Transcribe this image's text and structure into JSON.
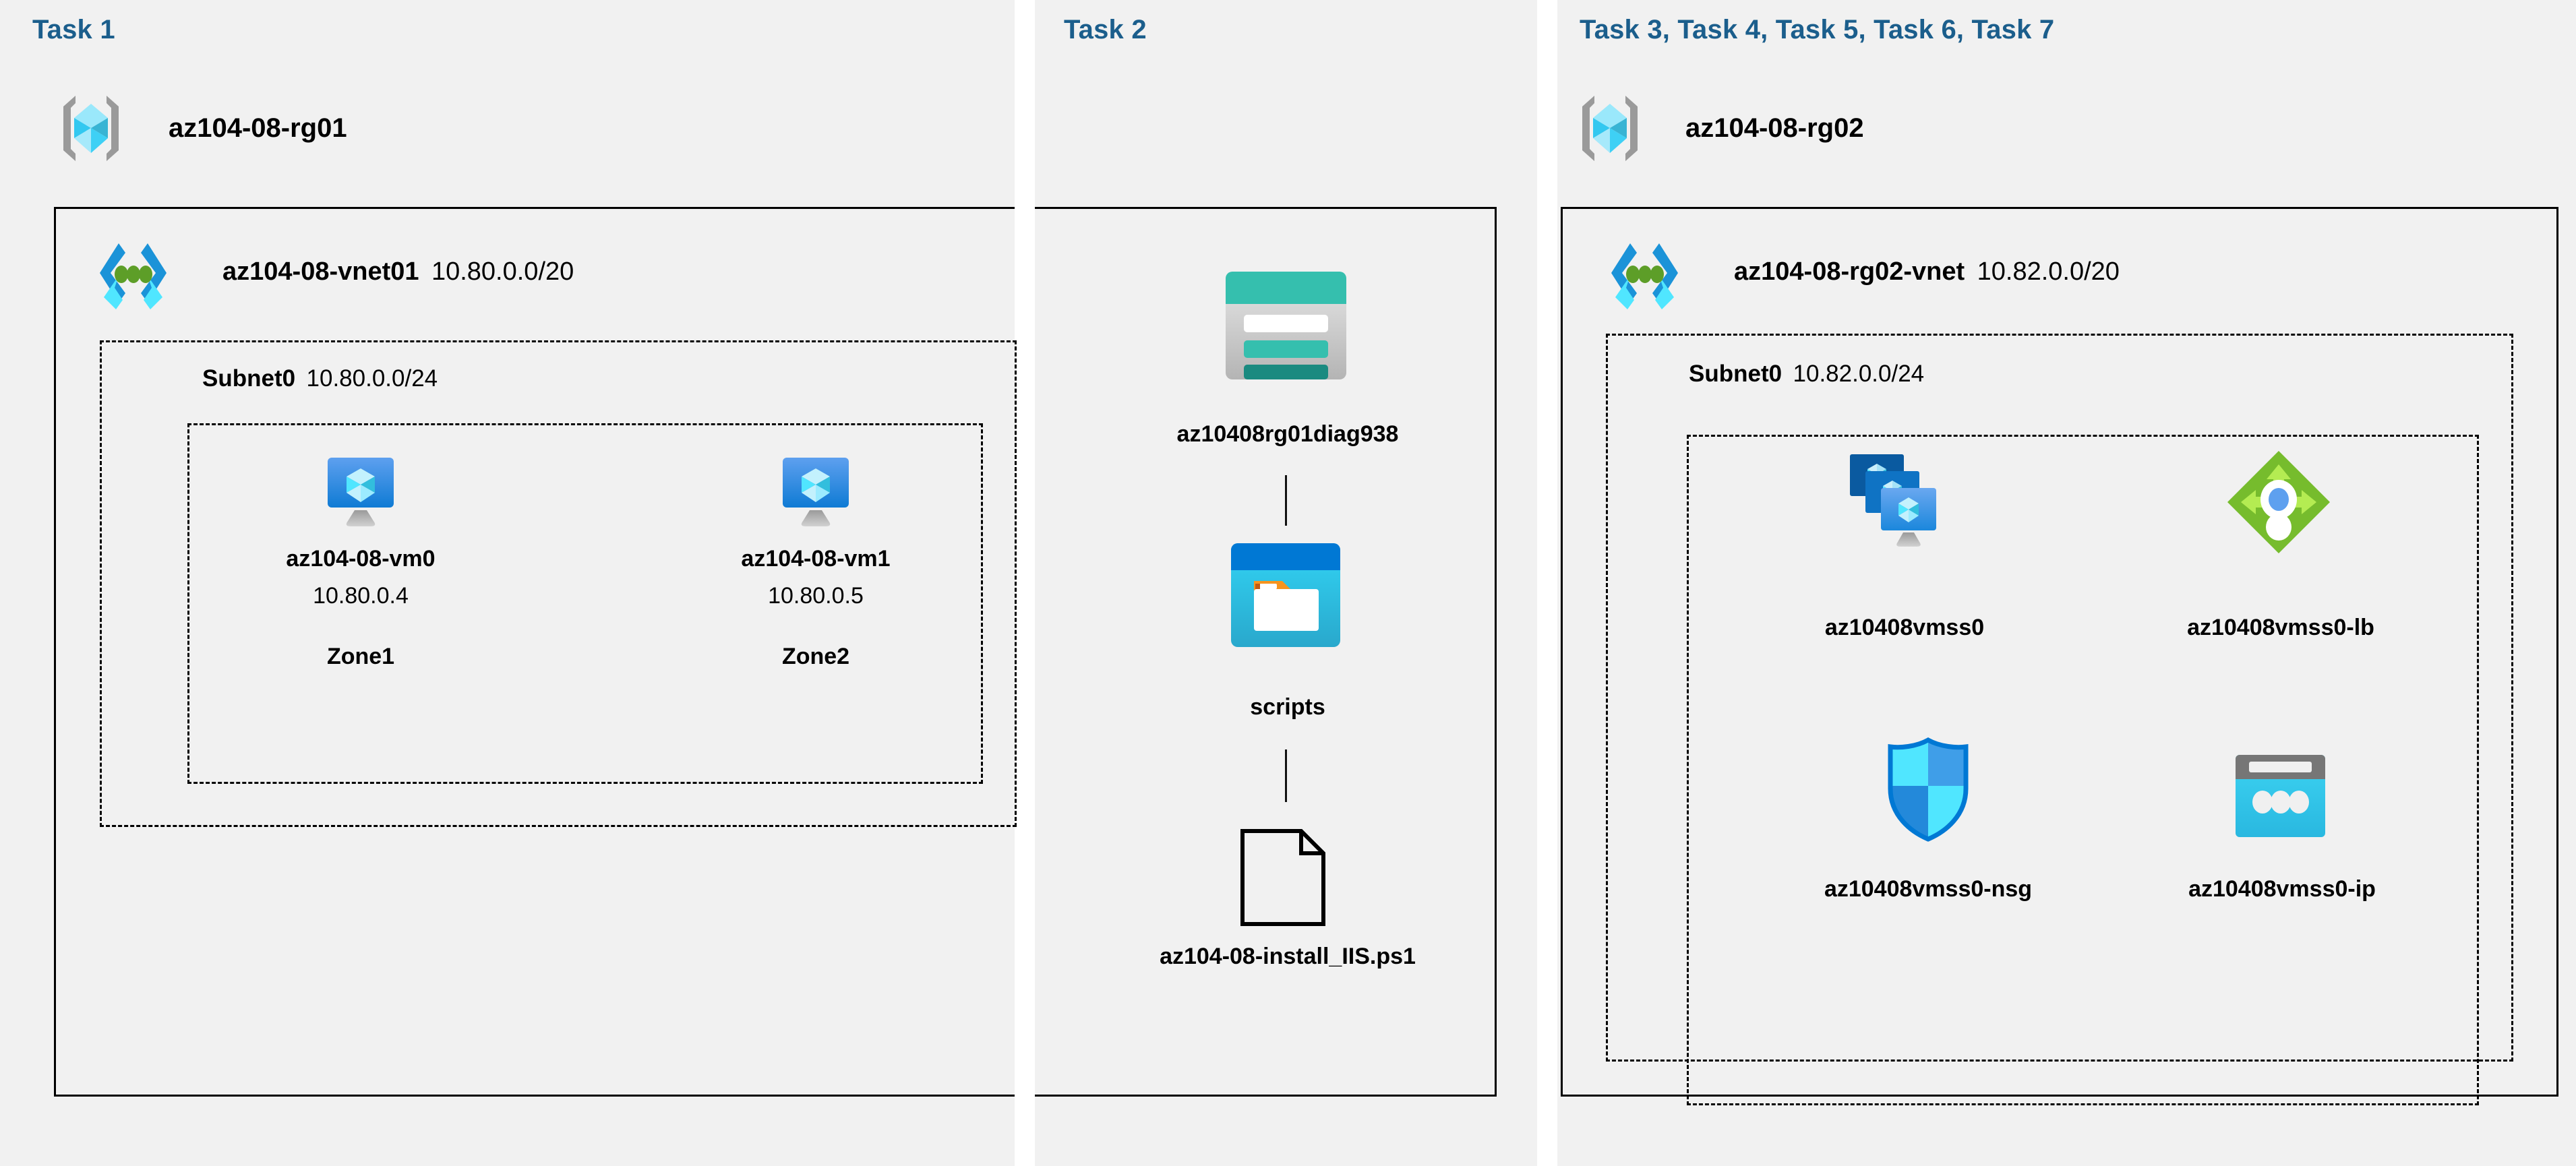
{
  "panels": [
    {
      "title": "Task 1"
    },
    {
      "title": "Task 2"
    },
    {
      "title": "Task 3, Task 4, Task 5, Task 6, Task 7"
    }
  ],
  "task1": {
    "resource_group": {
      "name": "az104-08-rg01",
      "icon": "resource-group-icon"
    },
    "vnet": {
      "name": "az104-08-vnet01",
      "cidr": "10.80.0.0/20",
      "icon": "virtual-network-icon"
    },
    "subnet": {
      "name": "Subnet0",
      "cidr": "10.80.0.0/24"
    },
    "vms": [
      {
        "name": "az104-08-vm0",
        "ip": "10.80.0.4",
        "zone": "Zone1",
        "icon": "virtual-machine-icon"
      },
      {
        "name": "az104-08-vm1",
        "ip": "10.80.0.5",
        "zone": "Zone2",
        "icon": "virtual-machine-icon"
      }
    ]
  },
  "task2": {
    "storage_account": {
      "name": "az10408rg01diag938",
      "icon": "storage-account-icon"
    },
    "container": {
      "name": "scripts",
      "icon": "blob-container-icon"
    },
    "file": {
      "name": "az104-08-install_IIS.ps1",
      "icon": "file-icon"
    }
  },
  "task3": {
    "resource_group": {
      "name": "az104-08-rg02",
      "icon": "resource-group-icon"
    },
    "vnet": {
      "name": "az104-08-rg02-vnet",
      "cidr": "10.82.0.0/20",
      "icon": "virtual-network-icon"
    },
    "subnet": {
      "name": "Subnet0",
      "cidr": "10.82.0.0/24"
    },
    "resources": [
      {
        "name": "az10408vmss0",
        "icon": "vm-scale-set-icon"
      },
      {
        "name": "az10408vmss0-lb",
        "icon": "load-balancer-icon"
      },
      {
        "name": "az10408vmss0-nsg",
        "icon": "network-security-group-icon"
      },
      {
        "name": "az10408vmss0-ip",
        "icon": "public-ip-address-icon"
      }
    ]
  },
  "colors": {
    "panel_background": "#f1f1f1",
    "page_background": "#ffffff",
    "task_title": "#1b5e8c",
    "border": "#000000",
    "azure_blue": "#0078d4",
    "cyan": "#32c8f0",
    "teal": "#35bfae",
    "green": "#76bc2d",
    "orange": "#f7941e",
    "grey": "#a0a2a3"
  }
}
